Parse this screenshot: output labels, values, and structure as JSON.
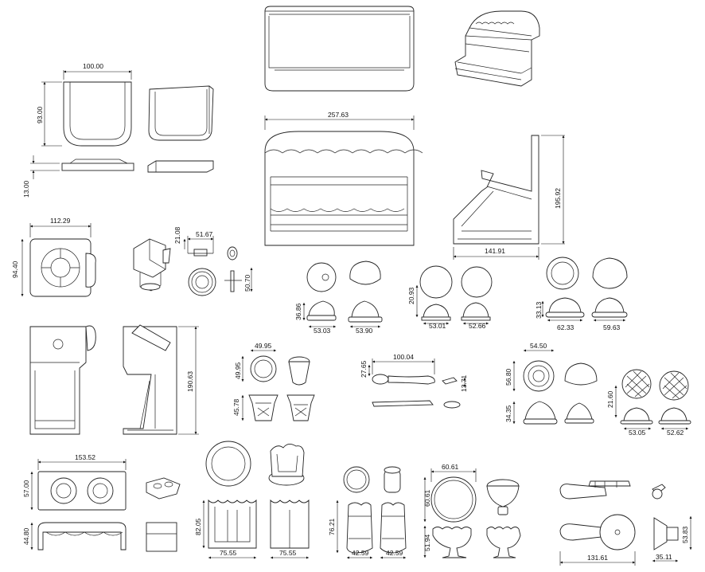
{
  "dimensions": {
    "d1": "100.00",
    "d2": "93.00",
    "d3": "13.00",
    "d4": "257.63",
    "d5": "195.92",
    "d6": "141.91",
    "d7": "112.29",
    "d8": "94.40",
    "d9": "21.08",
    "d10": "51.67",
    "d11": "50.70",
    "d12": "36.86",
    "d13": "53.03",
    "d14": "53.90",
    "d15": "20.93",
    "d16": "53.01",
    "d17": "52.66",
    "d18": "33.13",
    "d19": "62.33",
    "d20": "59.63",
    "d21": "190.63",
    "d22": "49.95",
    "d23": "49.95",
    "d24": "45.78",
    "d25": "27.65",
    "d26": "100.04",
    "d27": "13.71",
    "d28": "54.50",
    "d29": "56.80",
    "d30": "34.35",
    "d31": "21.60",
    "d32": "53.05",
    "d33": "52.62",
    "d34": "153.52",
    "d35": "57.00",
    "d36": "44.80",
    "d37": "82.05",
    "d38": "75.55",
    "d39": "75.55",
    "d40": "76.21",
    "d41": "42.59",
    "d42": "42.59",
    "d43": "60.61",
    "d44": "60.61",
    "d45": "51.94",
    "d46": "53.83",
    "d47": "131.61",
    "d48": "35.11"
  }
}
